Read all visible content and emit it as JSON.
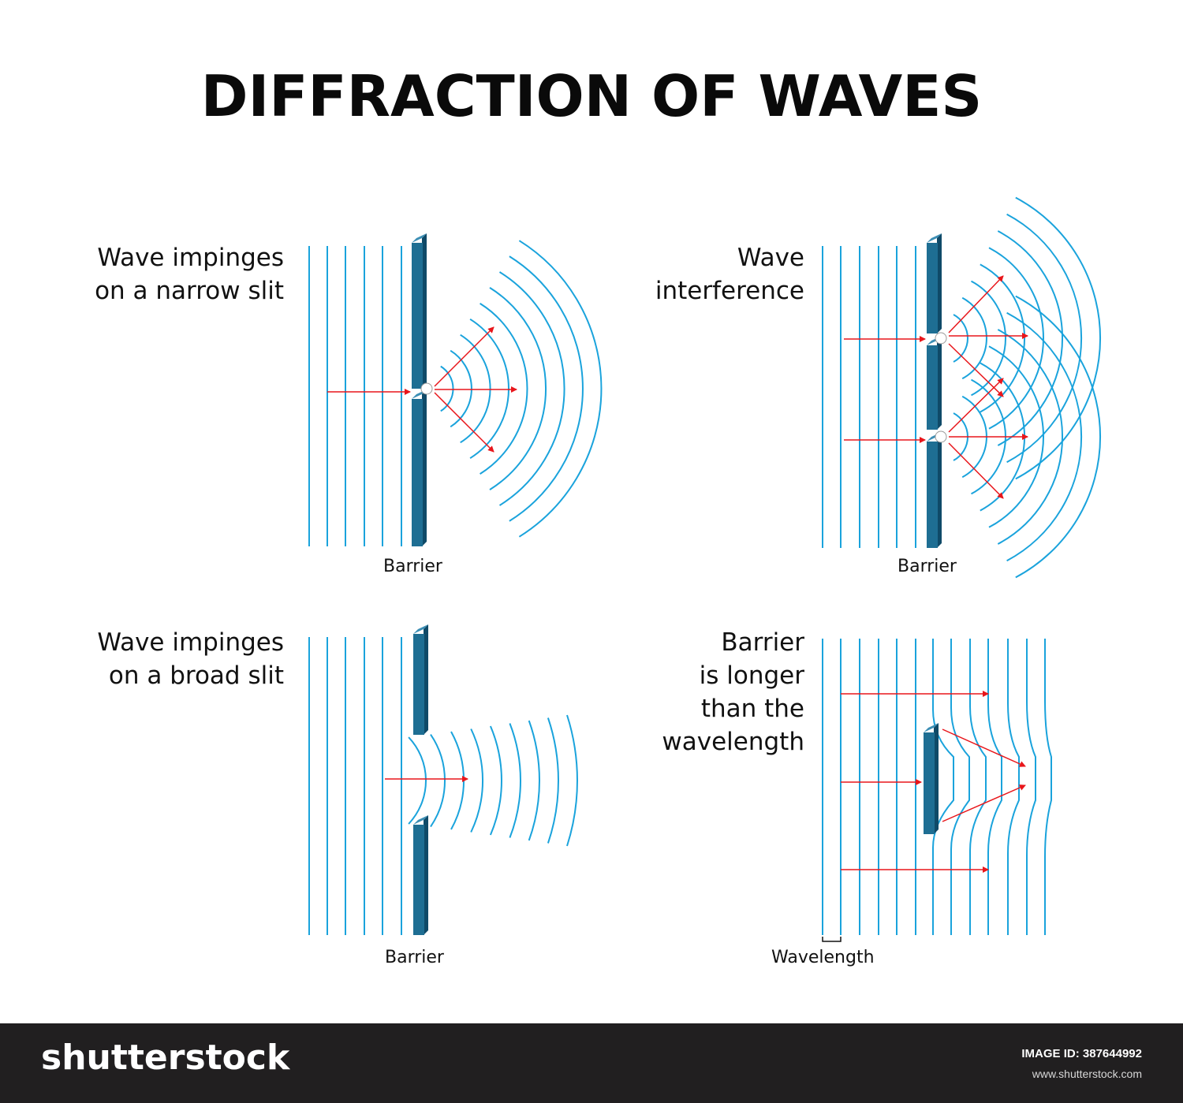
{
  "title": "DIFFRACTION OF WAVES",
  "panels": [
    {
      "label": "Wave impinges\non a narrow slit",
      "caption": "Barrier"
    },
    {
      "label": "Wave\ninterference",
      "caption": "Barrier"
    },
    {
      "label": "Wave impinges\non a broad slit",
      "caption": "Barrier"
    },
    {
      "label": "Barrier\nis longer\nthan the\nwavelength",
      "caption": "Wavelength"
    }
  ],
  "footer": {
    "brand": "shutterstock",
    "image_id_label": "IMAGE ID:",
    "image_id": "387644992",
    "site": "www.shutterstock.com"
  },
  "colors": {
    "wave": "#1aa3dc",
    "arrow": "#e8161b",
    "barrier_front": "#1e6e93",
    "barrier_side": "#0f4a68",
    "footer_bg": "#211f20"
  }
}
